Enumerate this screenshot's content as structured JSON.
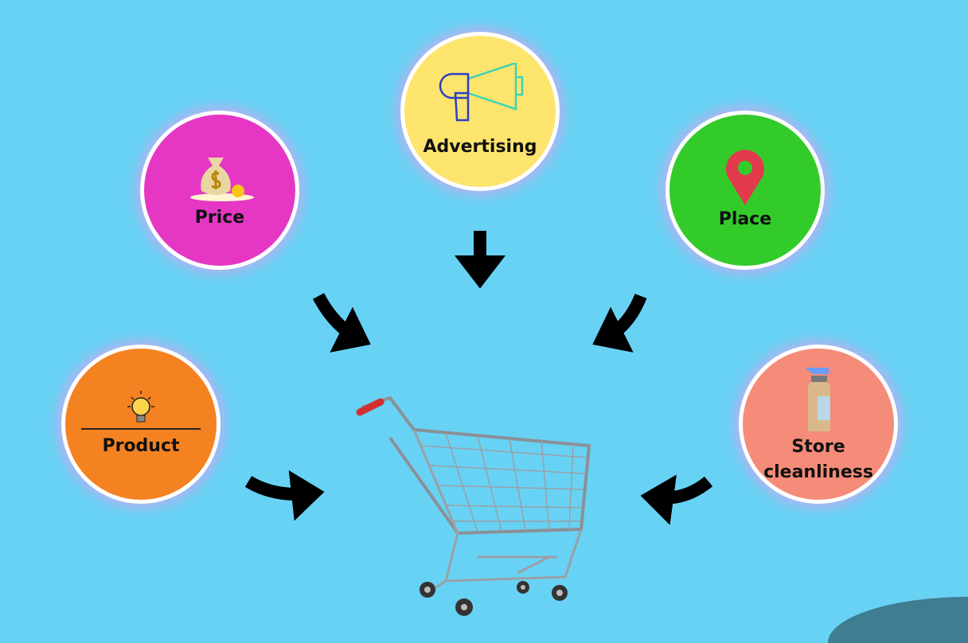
{
  "nodes": [
    {
      "id": "advertising",
      "label": "Advertising",
      "color": "#fde46c",
      "icon": "megaphone-icon"
    },
    {
      "id": "price",
      "label": "Price",
      "color": "#e637c4",
      "icon": "money-bag-icon"
    },
    {
      "id": "place",
      "label": "Place",
      "color": "#33cb2a",
      "icon": "map-pin-icon"
    },
    {
      "id": "product",
      "label": "Product",
      "color": "#f58221",
      "icon": "lightbulb-icon"
    },
    {
      "id": "store",
      "label": "Store cleanliness",
      "color": "#f48c79",
      "icon": "spray-bottle-icon"
    }
  ],
  "center": {
    "icon": "shopping-cart-icon"
  },
  "colors": {
    "background": "#68d2f4",
    "arrow": "#000000",
    "corner": "#3f7d92"
  }
}
